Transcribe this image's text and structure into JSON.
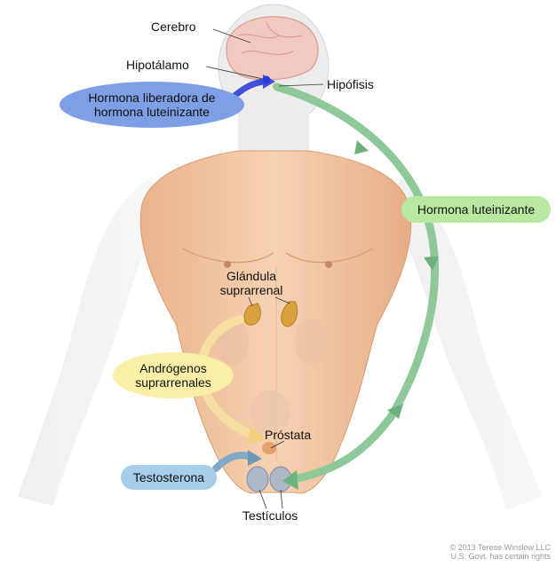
{
  "labels": {
    "brain": "Cerebro",
    "hypothalamus": "Hipotálamo",
    "pituitary": "Hipófisis",
    "adrenal_gland_line1": "Glándula",
    "adrenal_gland_line2": "suprarrenal",
    "prostate": "Próstata",
    "testicles": "Testículos"
  },
  "pills": {
    "lhrh_line1": "Hormona liberadora de",
    "lhrh_line2": "hormona luteinizante",
    "lh": "Hormona luteinizante",
    "adrenal_androgens_line1": "Andrógenos",
    "adrenal_androgens_line2": "suprarrenales",
    "testosterone": "Testosterona"
  },
  "copyright": {
    "line1": "© 2013 Terese Winslow LLC",
    "line2": "U.S. Govt. has certain rights"
  },
  "colors": {
    "lhrh_pill": "#7e9ee6",
    "lhrh_arrow": "#4050d8",
    "lh_pill": "#b9e8a0",
    "lh_arrow": "#8fc99a",
    "androgen_pill": "#fbeea6",
    "androgen_arrow": "#f5dfa0",
    "testosterone_pill": "#a6cdea",
    "testosterone_arrow": "#7fa9c6",
    "skin": "#f3c9a4",
    "adrenal": "#d9a23e"
  }
}
